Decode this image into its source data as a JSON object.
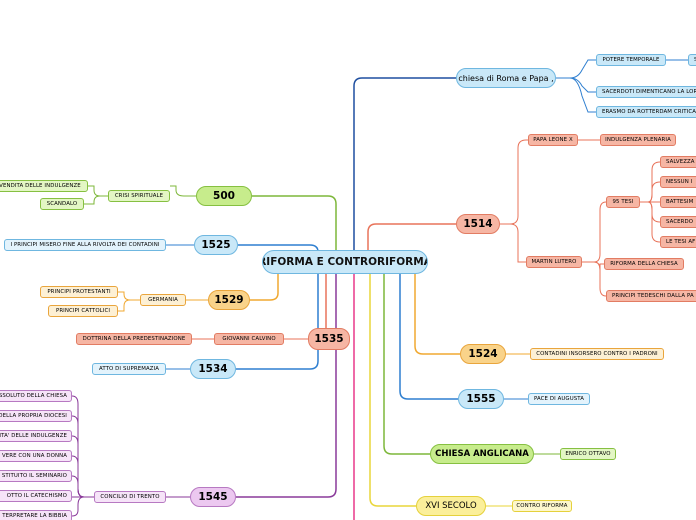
{
  "central": "RIFORMA E CONTRORIFORMA",
  "colors": {
    "blue": "#c9e8f8",
    "blueBorder": "#6fb7e0",
    "blueLine": "#2f7fd0",
    "salmon": "#f6b6a4",
    "salmonBorder": "#e27c63",
    "salmonLine": "#e8735a",
    "orange": "#f9d38a",
    "orangeBorder": "#e9a53c",
    "orangeLine": "#f0a830",
    "green": "#c7ec8c",
    "greenBorder": "#86c041",
    "greenLine": "#7db73a",
    "yellow": "#fbef9a",
    "yellowBorder": "#e5d13c",
    "yellowLine": "#e9d63a",
    "violet": "#ecc8f0",
    "violetBorder": "#b779c2",
    "violetLine": "#8a3a9a",
    "navy": "#1f4fa0",
    "pink": "#e8398a"
  },
  "right": {
    "chiesa": {
      "label": "chiesa di Roma e Papa ,",
      "children": [
        "POTERE TEMPORALE",
        "SACERDOTI DIMENTICANO LA LORO MISSIONE",
        "ERASMO DA ROTTERDAM CRITICA"
      ],
      "sub": "S"
    },
    "y1514": {
      "label": "1514",
      "papa": "PAPA LEONE X",
      "indulgenza": "INDULGENZA PLENARIA",
      "martin": "MARTIN LUTERO",
      "tesi": "95 TESI",
      "tesiItems": [
        "SALVEZZA",
        "NESSUN I",
        "BATTESIM",
        "SACERDO",
        "LE TESI AF"
      ],
      "riforma": "RIFORMA DELLA CHIESA",
      "principi": "PRINCIPI TEDESCHI DALLA PA"
    },
    "y1524": {
      "label": "1524",
      "child": "CONTADINI INSORSERO CONTRO I PADRONI"
    },
    "y1555": {
      "label": "1555",
      "child": "PACE DI AUGUSTA"
    },
    "anglicana": {
      "label": "CHIESA ANGLICANA",
      "child": "ENRICO OTTAVO"
    },
    "xvi": {
      "label": "XVI SECOLO",
      "child": "CONTRO RIFORMA"
    }
  },
  "left": {
    "y500": {
      "label": "500",
      "crisi": "CRISI SPIRITUALE",
      "items": [
        "VENDITA DELLE INDULGENZE",
        "SCANDALO"
      ]
    },
    "y1525": {
      "label": "1525",
      "child": "I PRINCIPI MISERO FINE ALLA RIVOLTA DEI CONTADINI"
    },
    "y1529": {
      "label": "1529",
      "germania": "GERMANIA",
      "items": [
        "PRINCIPI PROTESTANTI",
        "PRINCIPI CATTOLICI"
      ]
    },
    "y1535": {
      "label": "1535",
      "calvino": "GIOVANNI CALVINO",
      "dottrina": "DOTTRINA DELLA PREDESTINAZIONE"
    },
    "y1534": {
      "label": "1534",
      "child": "ATTO DI SUPREMAZIA"
    },
    "y1545": {
      "label": "1545",
      "concilio": "CONCILIO DI TRENTO",
      "items": [
        "ASSOLUTO DELLA CHIESA",
        "DELLA PROPRIA DIOCESI",
        "ITA' DELLE INDULGENZE",
        "VERE CON UNA DONNA",
        "STITUITO IL SEMINARIO",
        "OTTO IL CATECHISMO",
        "TERPRETARE LA BIBBIA"
      ]
    }
  }
}
